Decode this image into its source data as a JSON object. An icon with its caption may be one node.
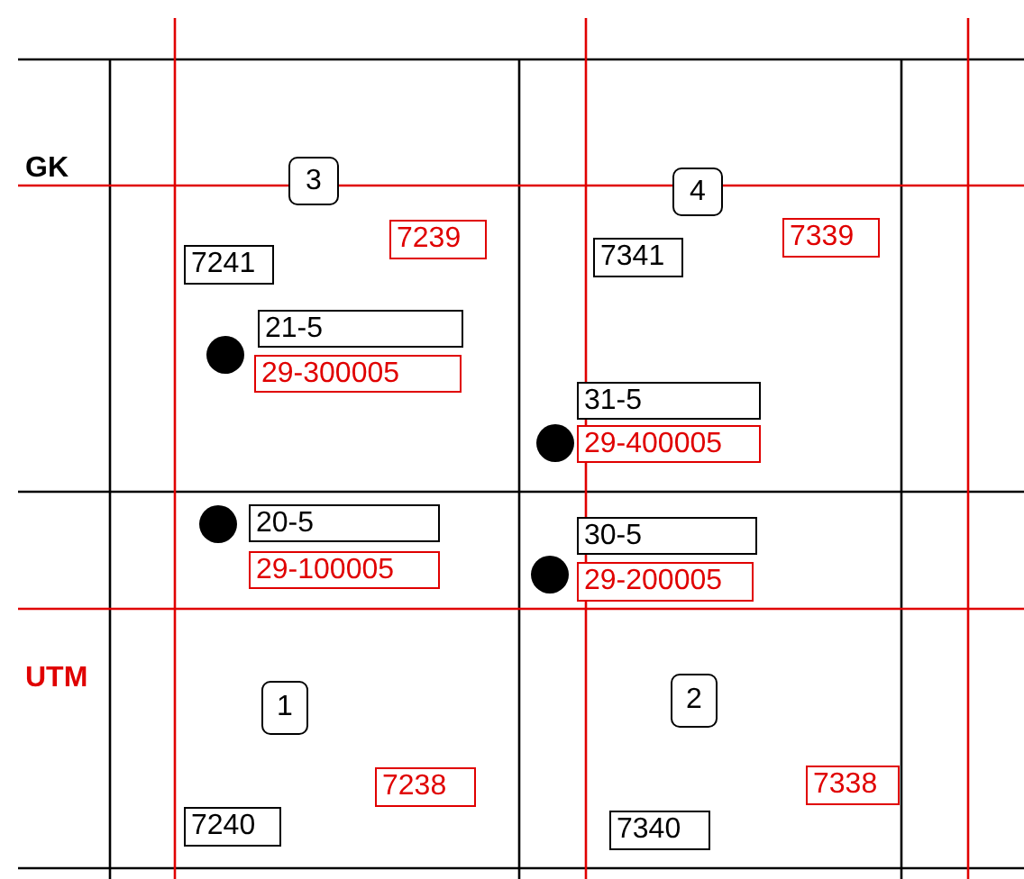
{
  "diagram": {
    "nodes": [
      {
        "text": [
          "3"
        ]
      },
      {
        "text": [
          "4"
        ]
      },
      {
        "text": [
          "7241"
        ]
      },
      {
        "text": [
          "7239"
        ]
      },
      {
        "text": [
          "7341"
        ]
      },
      {
        "text": [
          "7339"
        ]
      },
      {
        "text": [
          "21-5"
        ]
      },
      {
        "text": [
          "29-300005"
        ]
      },
      {
        "text": [
          "31-5"
        ]
      },
      {
        "text": [
          "29-400005"
        ]
      },
      {
        "text": [
          "20-5"
        ]
      },
      {
        "text": [
          "29-100005"
        ]
      },
      {
        "text": [
          "30-5"
        ]
      },
      {
        "text": [
          "29-200005"
        ]
      },
      {
        "text": [
          "1"
        ]
      },
      {
        "text": [
          "2"
        ]
      },
      {
        "text": [
          "7238"
        ]
      },
      {
        "text": [
          "7338"
        ]
      },
      {
        "text": [
          "7240"
        ]
      },
      {
        "text": [
          "7340"
        ]
      }
    ],
    "labels": [
      "GK",
      "UTM"
    ]
  }
}
